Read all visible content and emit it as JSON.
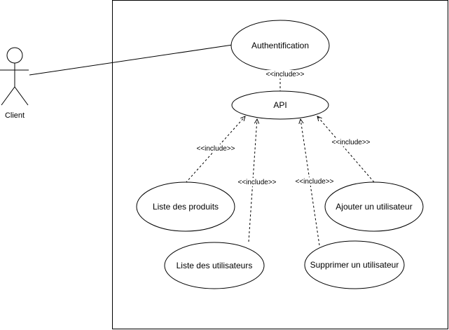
{
  "actor": {
    "name": "Client"
  },
  "use_cases": {
    "auth": "Authentification",
    "api": "API",
    "produits": "Liste des produits",
    "utilisateurs": "Liste des utilisateurs",
    "supprimer": "Supprimer un utilisateur",
    "ajouter": "Ajouter un utilisateur"
  },
  "relations": {
    "auth_api": "<<include>>",
    "produits_api": "<<include>>",
    "utilisateurs_api": "<<include>>",
    "supprimer_api": "<<include>>",
    "ajouter_api": "<<include>>"
  },
  "colors": {
    "stroke": "#000000",
    "fill": "#ffffff",
    "background": "#ffffff"
  }
}
